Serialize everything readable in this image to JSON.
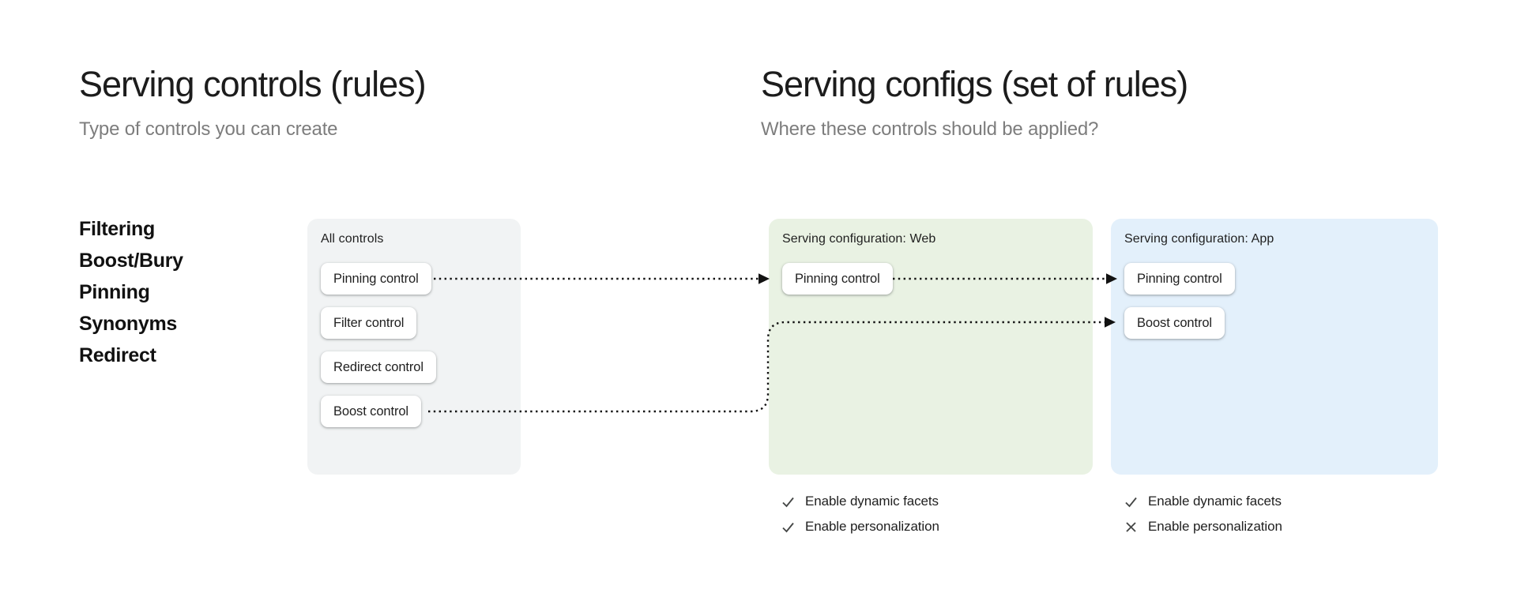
{
  "left_section": {
    "title": "Serving controls (rules)",
    "subtitle": "Type of controls you can create",
    "control_types": [
      "Filtering",
      "Boost/Bury",
      "Pinning",
      "Synonyms",
      "Redirect"
    ]
  },
  "right_section": {
    "title": "Serving configs (set of rules)",
    "subtitle": "Where these controls should be applied?"
  },
  "all_controls_card": {
    "label": "All controls",
    "buttons": [
      "Pinning control",
      "Filter control",
      "Redirect control",
      "Boost control"
    ]
  },
  "web_config_card": {
    "label": "Serving configuration: Web",
    "buttons": [
      "Pinning control"
    ],
    "features": [
      {
        "name": "Enable dynamic facets",
        "enabled": true,
        "icon": "check"
      },
      {
        "name": "Enable personalization",
        "enabled": true,
        "icon": "check"
      }
    ]
  },
  "app_config_card": {
    "label": "Serving configuration: App",
    "buttons": [
      "Pinning control",
      "Boost control"
    ],
    "features": [
      {
        "name": "Enable dynamic facets",
        "enabled": true,
        "icon": "check"
      },
      {
        "name": "Enable personalization",
        "enabled": false,
        "icon": "x"
      }
    ]
  },
  "arrows": [
    {
      "from": "all-controls.pinning-control",
      "to": "web-config.pinning-control",
      "style": "dotted"
    },
    {
      "from": "web-config.pinning-control",
      "to": "app-config.pinning-control",
      "style": "dotted"
    },
    {
      "from": "all-controls.boost-control",
      "to": "app-config.boost-control",
      "style": "dotted"
    }
  ],
  "colors": {
    "background": "#ffffff",
    "title_text": "#1c1c1c",
    "subtitle_text": "#7d7d7d",
    "gray_card": "#f1f3f4",
    "green_card": "#e9f2e3",
    "blue_card": "#e3f0fb",
    "button_bg": "#ffffff",
    "arrow": "#121212",
    "icon_gray": "#454746"
  }
}
